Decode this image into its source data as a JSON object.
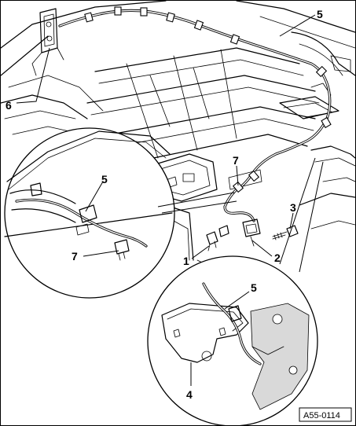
{
  "figure": {
    "id_label": "A55-0114",
    "callouts": {
      "c1": "1",
      "c2": "2",
      "c3": "3",
      "c4": "4",
      "c5_main": "5",
      "c5_left": "5",
      "c5_right": "5",
      "c6": "6",
      "c7_upper": "7",
      "c7_left": "7"
    }
  }
}
